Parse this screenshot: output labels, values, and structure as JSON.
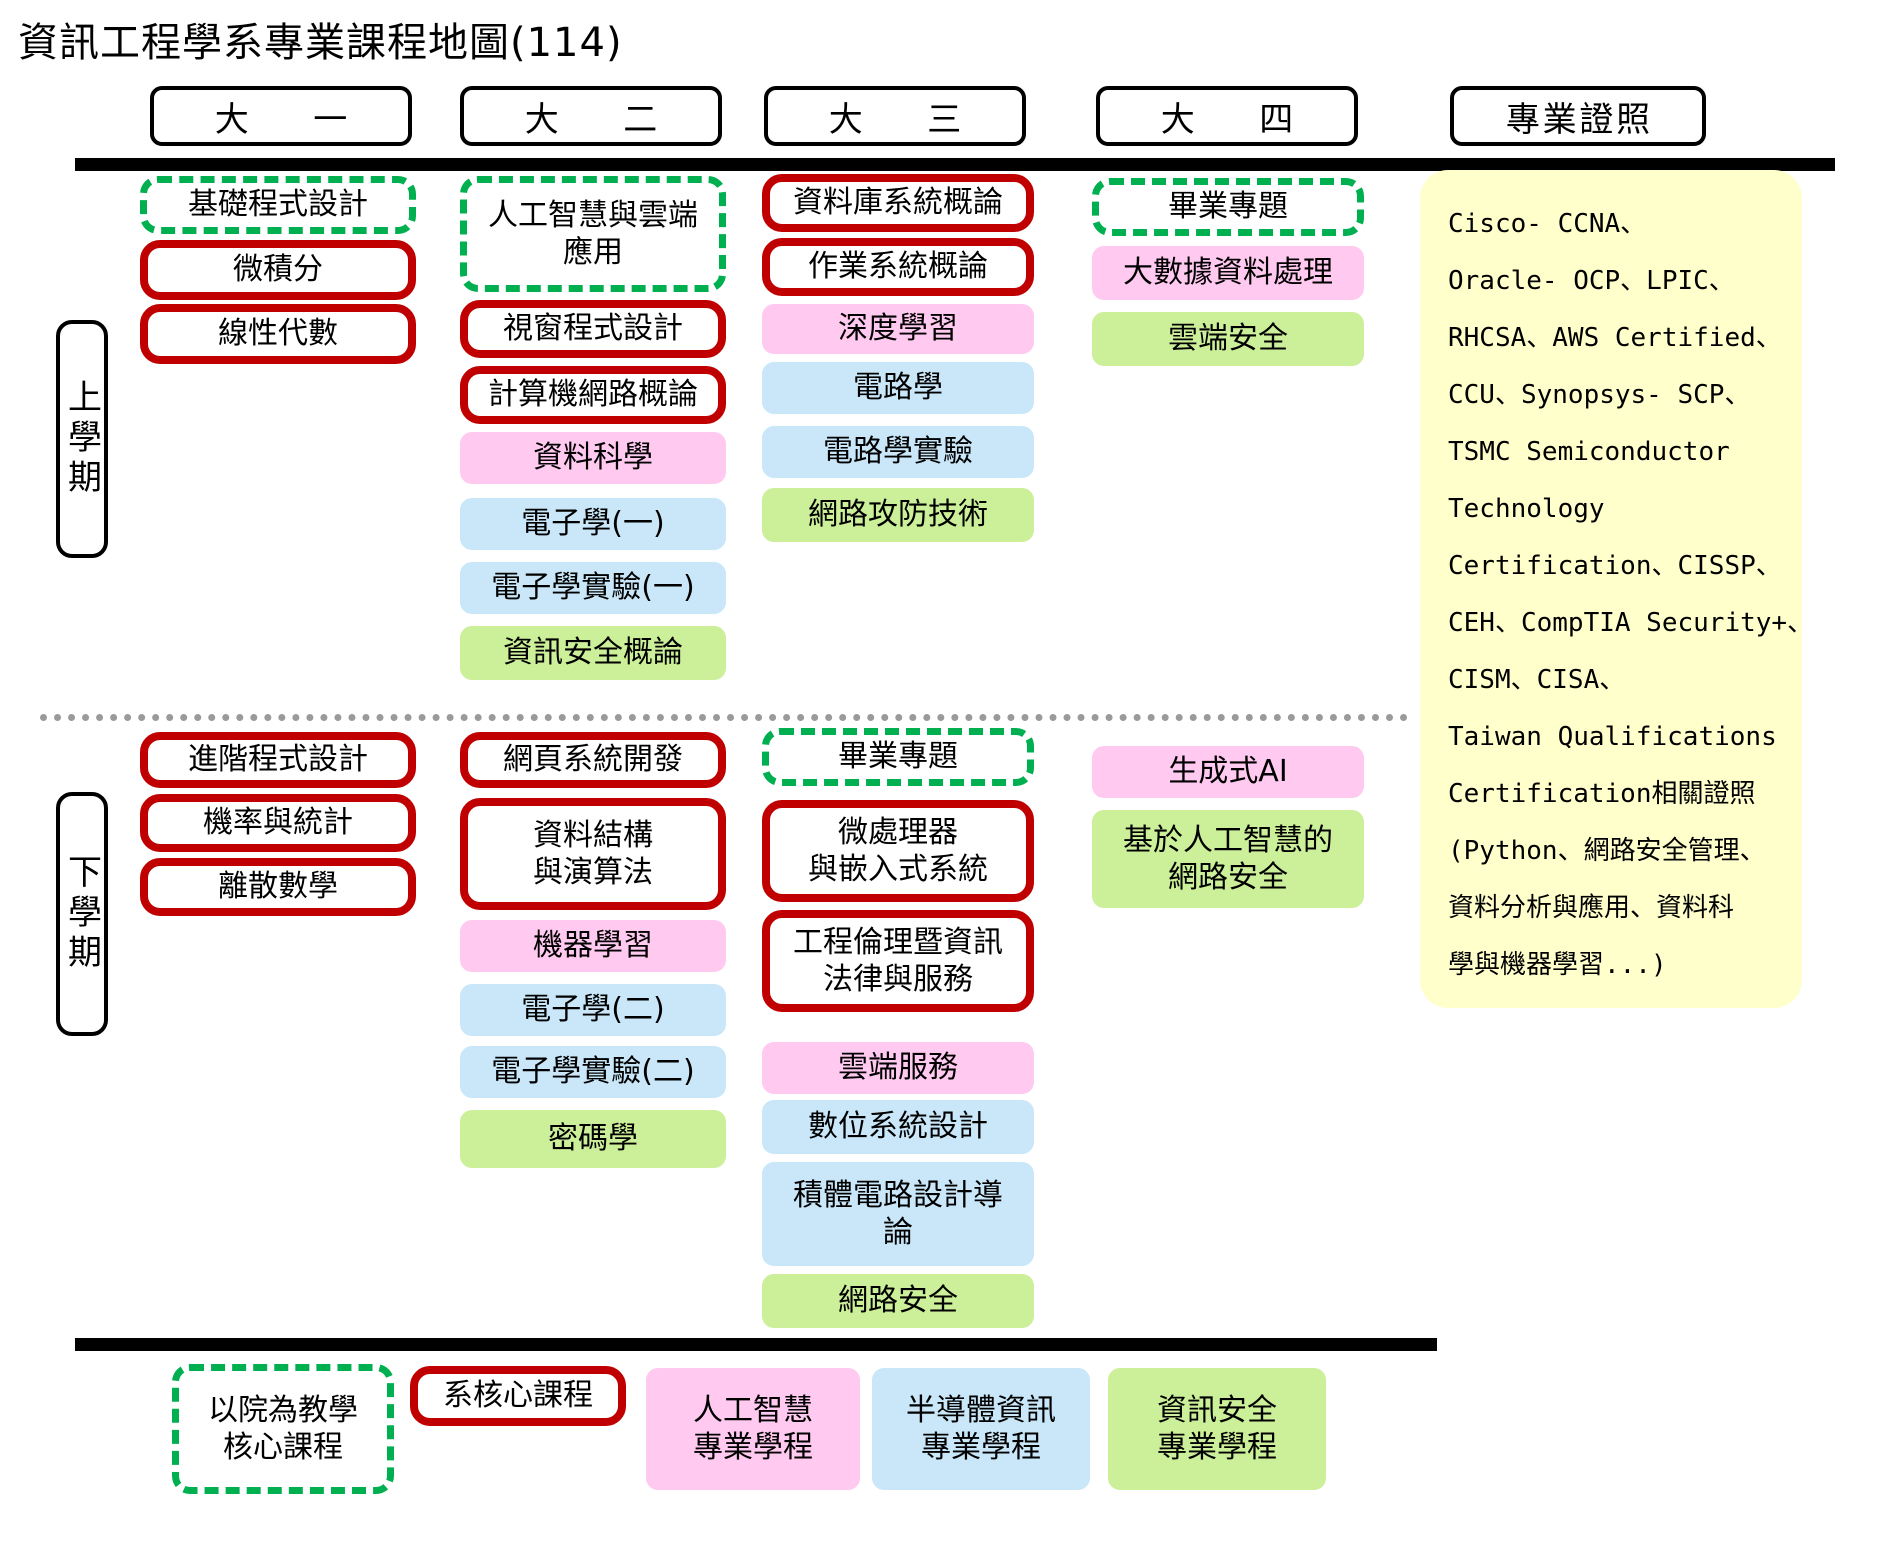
{
  "title": "資訊工程學系專業課程地圖(114)",
  "headers": {
    "year1": "大　一",
    "year2": "大　二",
    "year3": "大　三",
    "year4": "大　四",
    "cert": "專業證照"
  },
  "semesters": {
    "upper": "上學期",
    "lower": "下學期"
  },
  "columns": {
    "year1": {
      "upper": [
        {
          "label": "基礎程式設計",
          "type": "college-core"
        },
        {
          "label": "微積分",
          "type": "dept-core"
        },
        {
          "label": "線性代數",
          "type": "dept-core"
        }
      ],
      "lower": [
        {
          "label": "進階程式設計",
          "type": "dept-core"
        },
        {
          "label": "機率與統計",
          "type": "dept-core"
        },
        {
          "label": "離散數學",
          "type": "dept-core"
        }
      ]
    },
    "year2": {
      "upper": [
        {
          "label": "人工智慧與雲端\n應用",
          "type": "college-core"
        },
        {
          "label": "視窗程式設計",
          "type": "dept-core"
        },
        {
          "label": "計算機網路概論",
          "type": "dept-core"
        },
        {
          "label": "資料科學",
          "type": "ai"
        },
        {
          "label": "電子學(一)",
          "type": "semi"
        },
        {
          "label": "電子學實驗(一)",
          "type": "semi"
        },
        {
          "label": "資訊安全概論",
          "type": "sec"
        }
      ],
      "lower": [
        {
          "label": "網頁系統開發",
          "type": "dept-core"
        },
        {
          "label": "資料結構\n與演算法",
          "type": "dept-core"
        },
        {
          "label": "機器學習",
          "type": "ai"
        },
        {
          "label": "電子學(二)",
          "type": "semi"
        },
        {
          "label": "電子學實驗(二)",
          "type": "semi"
        },
        {
          "label": "密碼學",
          "type": "sec"
        }
      ]
    },
    "year3": {
      "upper": [
        {
          "label": "資料庫系統概論",
          "type": "dept-core"
        },
        {
          "label": "作業系統概論",
          "type": "dept-core"
        },
        {
          "label": "深度學習",
          "type": "ai"
        },
        {
          "label": "電路學",
          "type": "semi"
        },
        {
          "label": "電路學實驗",
          "type": "semi"
        },
        {
          "label": "網路攻防技術",
          "type": "sec"
        }
      ],
      "lower": [
        {
          "label": "畢業專題",
          "type": "college-core"
        },
        {
          "label": "微處理器\n與嵌入式系統",
          "type": "dept-core"
        },
        {
          "label": "工程倫理暨資訊\n法律與服務",
          "type": "dept-core"
        },
        {
          "label": "雲端服務",
          "type": "ai"
        },
        {
          "label": "數位系統設計",
          "type": "semi"
        },
        {
          "label": "積體電路設計導\n論",
          "type": "semi"
        },
        {
          "label": "網路安全",
          "type": "sec"
        }
      ]
    },
    "year4": {
      "upper": [
        {
          "label": "畢業專題",
          "type": "college-core"
        },
        {
          "label": "大數據資料處理",
          "type": "ai"
        },
        {
          "label": "雲端安全",
          "type": "sec"
        }
      ],
      "lower": [
        {
          "label": "生成式AI",
          "type": "ai"
        },
        {
          "label": "基於人工智慧的\n網路安全",
          "type": "sec"
        }
      ]
    }
  },
  "certifications": {
    "lines": [
      "Cisco- CCNA、",
      "Oracle- OCP、LPIC、",
      "RHCSA、AWS Certified、",
      "CCU、Synopsys- SCP、",
      "TSMC Semiconductor",
      "Technology",
      "Certification、CISSP、",
      "CEH、CompTIA Security+、",
      "CISM、CISA、",
      "Taiwan Qualifications",
      "Certification相關證照",
      "(Python、網路安全管理、",
      "資料分析與應用、資料科",
      "學與機器學習...)"
    ]
  },
  "legend": [
    {
      "label": "以院為教學\n核心課程",
      "type": "college-core"
    },
    {
      "label": "系核心課程",
      "type": "dept-core"
    },
    {
      "label": "人工智慧\n專業學程",
      "type": "ai"
    },
    {
      "label": "半導體資訊\n專業學程",
      "type": "semi"
    },
    {
      "label": "資訊安全\n專業學程",
      "type": "sec"
    }
  ],
  "colors": {
    "college_core_border": "#00B050",
    "dept_core_border": "#C00000",
    "ai_fill": "#FFC9F0",
    "semiconductor_fill": "#C9E7F8",
    "security_fill": "#CCF099",
    "cert_fill": "#FFFFCC"
  }
}
